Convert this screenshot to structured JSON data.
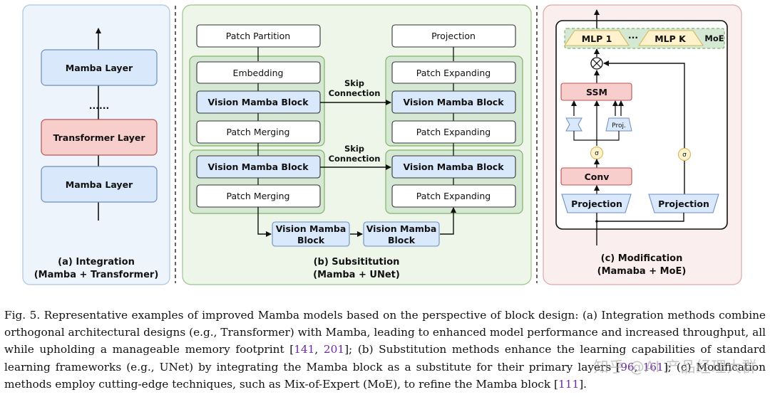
{
  "panel_a": {
    "top_layer": "Mamba Layer",
    "dots": "......",
    "middle_layer": "Transformer Layer",
    "bottom_layer": "Mamba Layer",
    "title_line1": "(a) Integration",
    "title_line2": "(Mamba + Transformer)"
  },
  "panel_b": {
    "patch_partition": "Patch Partition",
    "embedding": "Embedding",
    "vmb_enc1": "Vision Mamba Block",
    "patch_merging1": "Patch Merging",
    "vmb_enc2": "Vision Mamba Block",
    "patch_merging2": "Patch Merging",
    "projection": "Projection",
    "patch_expanding1": "Patch Expanding",
    "vmb_dec1": "Vision Mamba Block",
    "patch_expanding2": "Patch Expanding",
    "vmb_dec2": "Vision Mamba Block",
    "patch_expanding3": "Patch Expanding",
    "skip1_line1": "Skip",
    "skip1_line2": "Connection",
    "skip2_line1": "Skip",
    "skip2_line2": "Connection",
    "bottleneck1_line1": "Vision Mamba",
    "bottleneck1_line2": "Block",
    "bottleneck2_line1": "Vision Mamba",
    "bottleneck2_line2": "Block",
    "title_line1": "(b) Subsititution",
    "title_line2": "(Mamba + UNet)"
  },
  "panel_c": {
    "mlp1": "MLP 1",
    "dots": "...",
    "mlpk": "MLP K",
    "moe": "MoE",
    "multiply": "⊗",
    "ssm": "SSM",
    "proj_small": "Proj.",
    "sigma1": "σ",
    "sigma2": "σ",
    "conv": "Conv",
    "projection_left": "Projection",
    "projection_right": "Projection",
    "title_line1": "(c) Modification",
    "title_line2": "(Mamaba + MoE)"
  },
  "caption": {
    "fig_label": "Fig. 5.",
    "part1": " Representative examples of improved Mamba models based on the perspective of block design: (a) Integration methods combine orthogonal architectural designs (e.g., Transformer) with Mamba, leading to enhanced model performance and increased throughput, all while upholding a manageable memory footprint [",
    "ref1": "141",
    "sep1": ", ",
    "ref2": "201",
    "part2": "]; (b) Substitution methods enhance the learning capabilities of standard learning frameworks (e.g., UNet) by integrating the Mamba block as a substitute for their primary layers [",
    "ref3": "96",
    "sep2": ", ",
    "ref4": "161",
    "part3": "]; (c) Modification methods employ cutting-edge techniques, such as Mix-of-Expert (MoE), to refine the Mamba block [",
    "ref5": "111",
    "part4": "]."
  },
  "watermark": "知乎 @AI 产品经理大群",
  "colors": {
    "mamba_blue": "#dae8fc",
    "transformer_red": "#f8cecc",
    "green_group": "#d5e8d4",
    "green_border": "#82b366",
    "mlp_yellow": "#fff2cc",
    "ref_purple": "#6d2aa6"
  }
}
